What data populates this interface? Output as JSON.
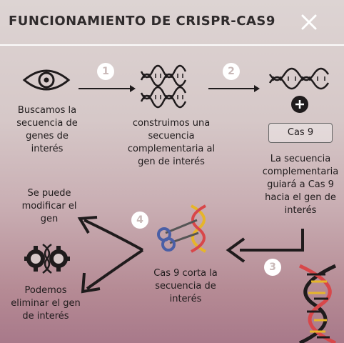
{
  "header": {
    "title": "FUNCIONAMIENTO DE CRISPR-CAS9",
    "close_icon": "close-icon"
  },
  "steps": {
    "step1_number": "1",
    "step2_number": "2",
    "step3_number": "3",
    "step4_number": "4"
  },
  "text": {
    "search": "Buscamos la secuencia de genes de interés",
    "build": "construimos una secuencia complementaria al gen de interés",
    "cas_label": "Cas 9",
    "guide": "La secuencia complementaria guiará a Cas 9 hacia el gen de interés",
    "cut": "Cas 9 corta la secuencia de interés",
    "modify": "Se puede modificar el gen",
    "remove": "Podemos eliminar el gen de interés"
  },
  "colors": {
    "text": "#1f1b1c",
    "accent_red": "#d8474a",
    "accent_yellow": "#e6b52a",
    "scissor_blue": "#4a5fa6"
  }
}
